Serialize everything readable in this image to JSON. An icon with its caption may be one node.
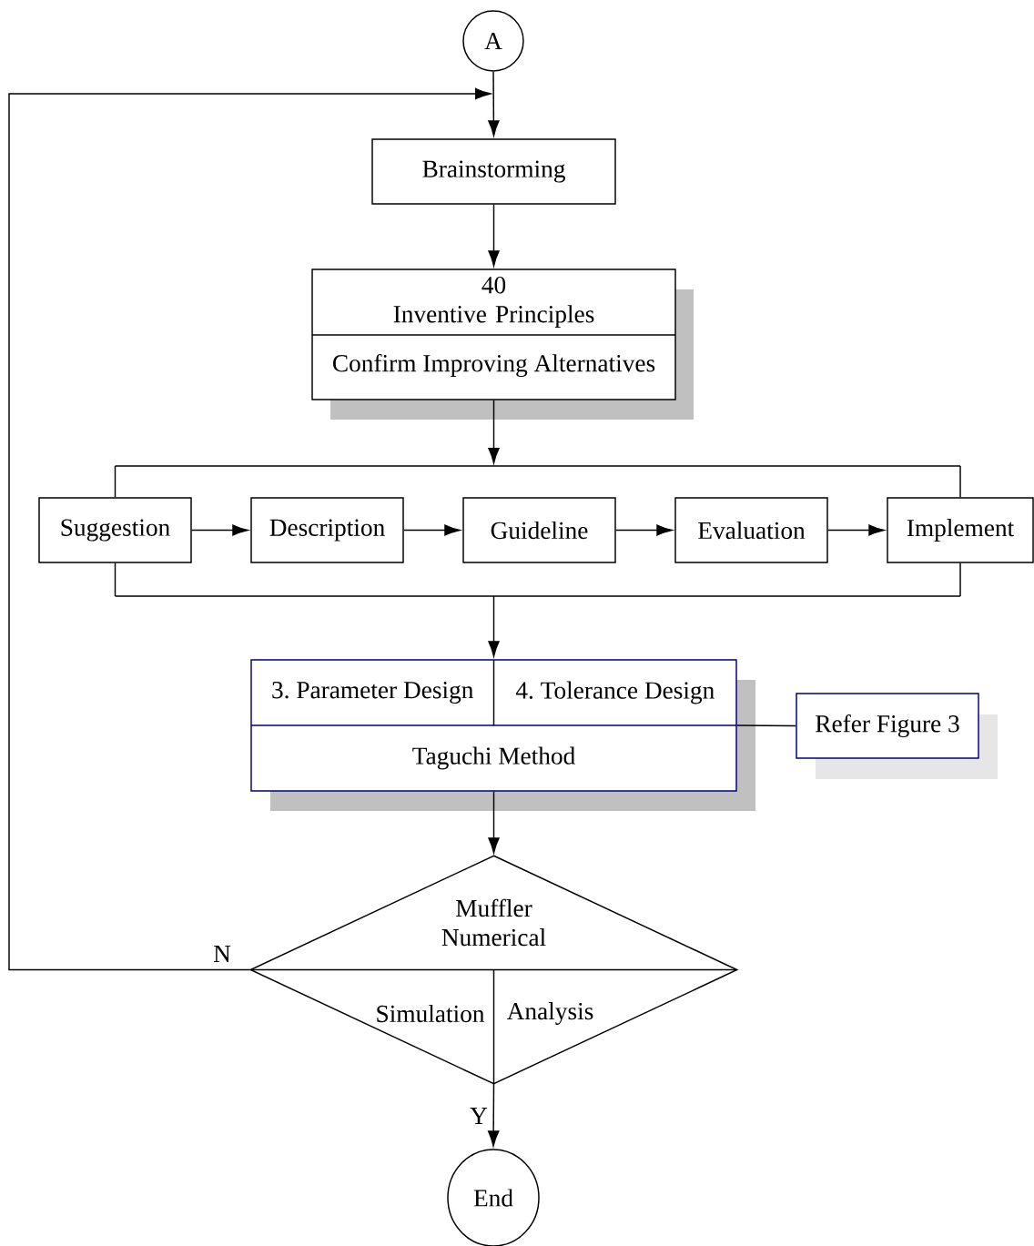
{
  "diagram": {
    "nodes": [
      {
        "text": [
          "A"
        ]
      },
      {
        "text": [
          "Brainstorming"
        ]
      },
      {
        "text": [
          "40 Inventive Principles",
          "Confirm Improving Alternatives"
        ]
      },
      {
        "text": [],
        "shape": "bar"
      },
      {
        "text": [
          "Suggestion"
        ]
      },
      {
        "text": [
          "Description"
        ]
      },
      {
        "text": [
          "Guideline"
        ]
      },
      {
        "text": [
          "Evaluation"
        ]
      },
      {
        "text": [
          "Implement"
        ]
      },
      {
        "text": [],
        "shape": "bar"
      },
      {
        "text": [
          "3. Parameter Design",
          "4. Tolerance Design",
          "Taguchi Method"
        ]
      },
      {
        "text": [
          "Refer Figure 3"
        ]
      },
      {
        "text": [
          "Muffler Numerical",
          "Simulation",
          "Analysis"
        ]
      },
      {
        "text": [
          "End"
        ]
      }
    ],
    "edges": [
      {
        "from": 0,
        "to": 1,
        "arrow": "to"
      },
      {
        "from": 1,
        "to": 2,
        "arrow": "to"
      },
      {
        "from": 2,
        "to": 3,
        "arrow": "to"
      },
      {
        "from": 3,
        "to": 4,
        "arrow": "none"
      },
      {
        "from": 3,
        "to": 8,
        "arrow": "none"
      },
      {
        "from": 4,
        "to": 5,
        "arrow": "to"
      },
      {
        "from": 5,
        "to": 6,
        "arrow": "to"
      },
      {
        "from": 6,
        "to": 7,
        "arrow": "to"
      },
      {
        "from": 7,
        "to": 8,
        "arrow": "to"
      },
      {
        "from": 4,
        "to": 9,
        "arrow": "none"
      },
      {
        "from": 8,
        "to": 9,
        "arrow": "none"
      },
      {
        "from": 9,
        "to": 10,
        "arrow": "to"
      },
      {
        "from": 10,
        "to": 11,
        "arrow": "none"
      },
      {
        "from": 10,
        "to": 12,
        "arrow": "to"
      },
      {
        "from": 12,
        "to": null,
        "arrow": "to",
        "label": "N"
      },
      {
        "from": 12,
        "to": 13,
        "arrow": "to",
        "label": "Y"
      }
    ]
  }
}
